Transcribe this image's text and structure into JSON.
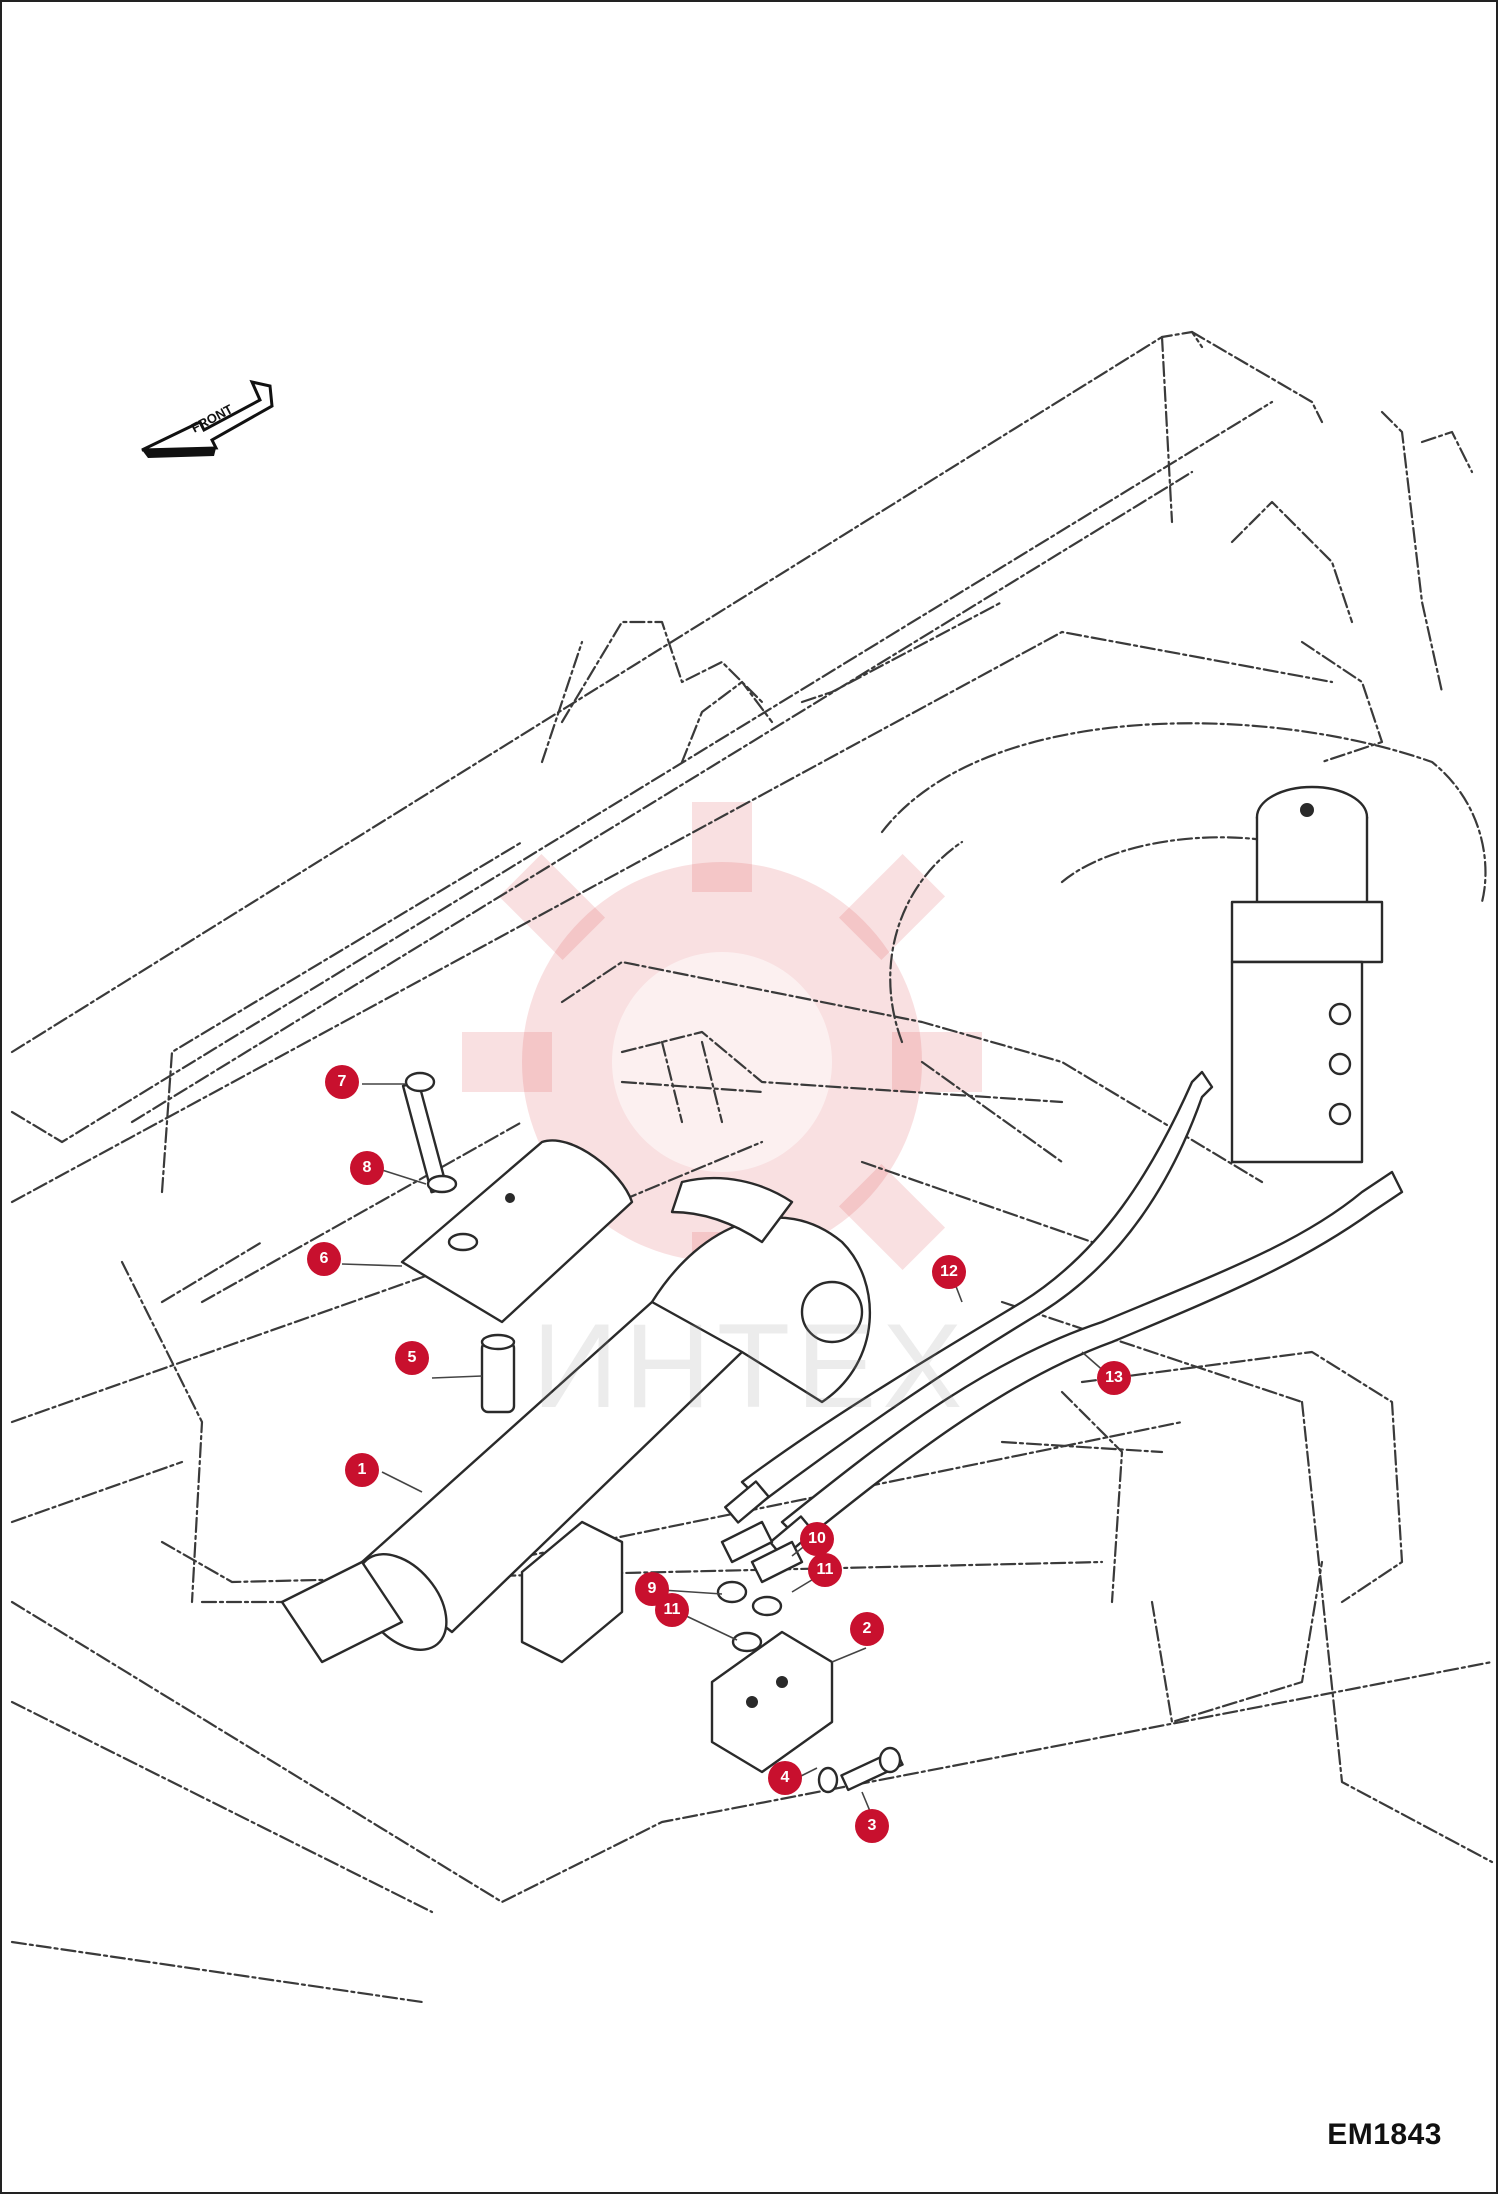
{
  "diagram_code": "EM1843",
  "direction_label": "FRONT",
  "watermark_text": "ИНТЕХ",
  "marker_color": "#c8102e",
  "callouts": [
    {
      "id": "c1",
      "label": "1"
    },
    {
      "id": "c2",
      "label": "2"
    },
    {
      "id": "c3",
      "label": "3"
    },
    {
      "id": "c4",
      "label": "4"
    },
    {
      "id": "c5",
      "label": "5"
    },
    {
      "id": "c6",
      "label": "6"
    },
    {
      "id": "c7",
      "label": "7"
    },
    {
      "id": "c8",
      "label": "8"
    },
    {
      "id": "c9",
      "label": "9"
    },
    {
      "id": "c10",
      "label": "10"
    },
    {
      "id": "c11a",
      "label": "11"
    },
    {
      "id": "c11b",
      "label": "11"
    },
    {
      "id": "c12",
      "label": "12"
    },
    {
      "id": "c13",
      "label": "13"
    }
  ]
}
